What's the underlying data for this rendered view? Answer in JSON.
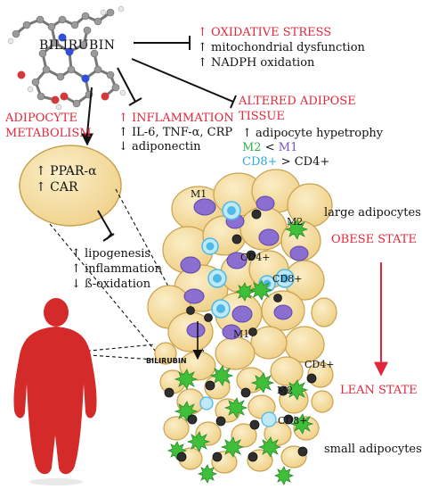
{
  "colors": {
    "red": "#e0283c",
    "adipocyte_fill": "#f3d99a",
    "adipocyte_stroke": "#c9a24e",
    "m1": "#8a6fd1",
    "m2": "#3fbf3a",
    "cd8": "#4fb9e6",
    "cd4": "#333333",
    "body": "#d42a2a"
  },
  "molecule": {
    "label": "BILIRUBIN"
  },
  "oxidative": {
    "title": "↑ OXIDATIVE STRESS",
    "line1": "↑ mitochondrial dysfunction",
    "line2": "↑ NADPH oxidation"
  },
  "adipocyte_metabolism": {
    "line1": "ADIPOCYTE",
    "line2": "METABOLISM"
  },
  "inflammation": {
    "title": "↑ INFLAMMATION",
    "line1": "↑ IL-6, TNF-α, CRP",
    "line2": "↓ adiponectin"
  },
  "altered": {
    "title1": "ALTERED ADIPOSE",
    "title2": "TISSUE",
    "line1": "↑ adipocyte hypetrophy",
    "m2": "M2",
    "lt": " < ",
    "m1": "M1",
    "cd8": "CD8+",
    "gt": " > CD4+"
  },
  "ppar": {
    "line1": "↑ PPAR-α",
    "line2": "↑ CAR"
  },
  "effects": {
    "line1": "↑ lipogenesis",
    "line2": "↑ inflammation",
    "line3": "↓ ß-oxidation"
  },
  "cell_labels": {
    "m1_top": "M1",
    "m2_top": "M2",
    "cd4_mid": "CD4+",
    "cd8_mid": "CD8+",
    "m1_mid": "M1",
    "cd4_low": "CD4+",
    "m2_low": "M2",
    "cd8_low": "CD8+",
    "bilirubin_small": "BILIRUBIN"
  },
  "right_labels": {
    "large": "large adipocytes",
    "obese": "OBESE STATE",
    "lean": "LEAN STATE",
    "small": "small adipocytes"
  }
}
